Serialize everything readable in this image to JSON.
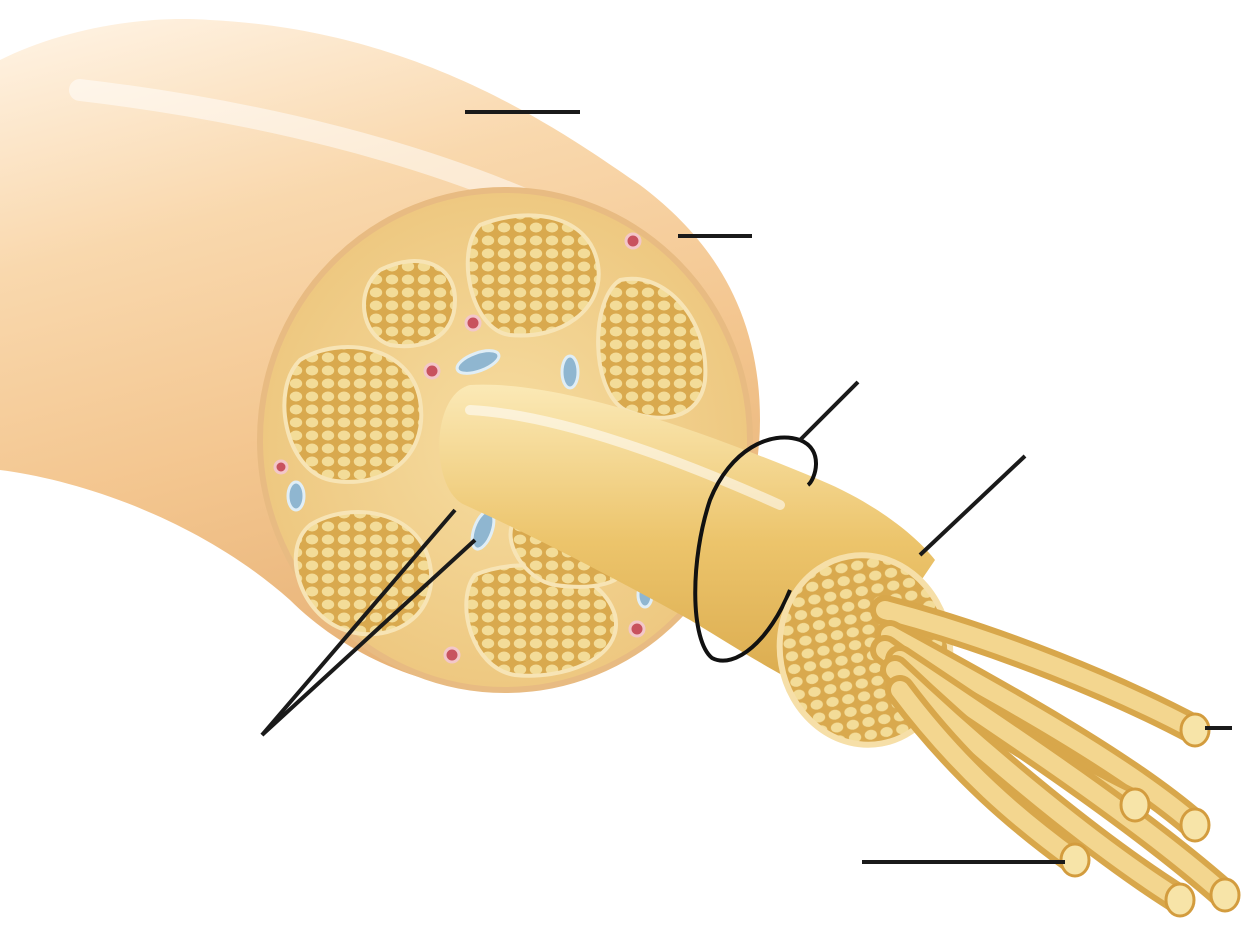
{
  "diagram": {
    "subject": "nerve-cross-section",
    "label_blanks": [
      {
        "id": "epineurium",
        "text": ""
      },
      {
        "id": "perineurium",
        "text": ""
      },
      {
        "id": "fascicle",
        "text": ""
      },
      {
        "id": "endoneurium",
        "text": ""
      },
      {
        "id": "blood-vessels",
        "text": ""
      },
      {
        "id": "axon",
        "text": ""
      },
      {
        "id": "nerve-fiber",
        "text": ""
      }
    ]
  },
  "colors": {
    "outer_sheath": "#f3c58e",
    "outer_sheath_light": "#fbe3c2",
    "cut_face": "#f1cf8a",
    "fascicle_body": "#dcae52",
    "fascicle_cell": "#f0d48c",
    "fiber": "#e9c065",
    "fiber_light": "#f7e3a4",
    "vessel_red": "#c8525e",
    "vessel_blue": "#8fb6d0",
    "leader_line": "#1a1a1a"
  }
}
